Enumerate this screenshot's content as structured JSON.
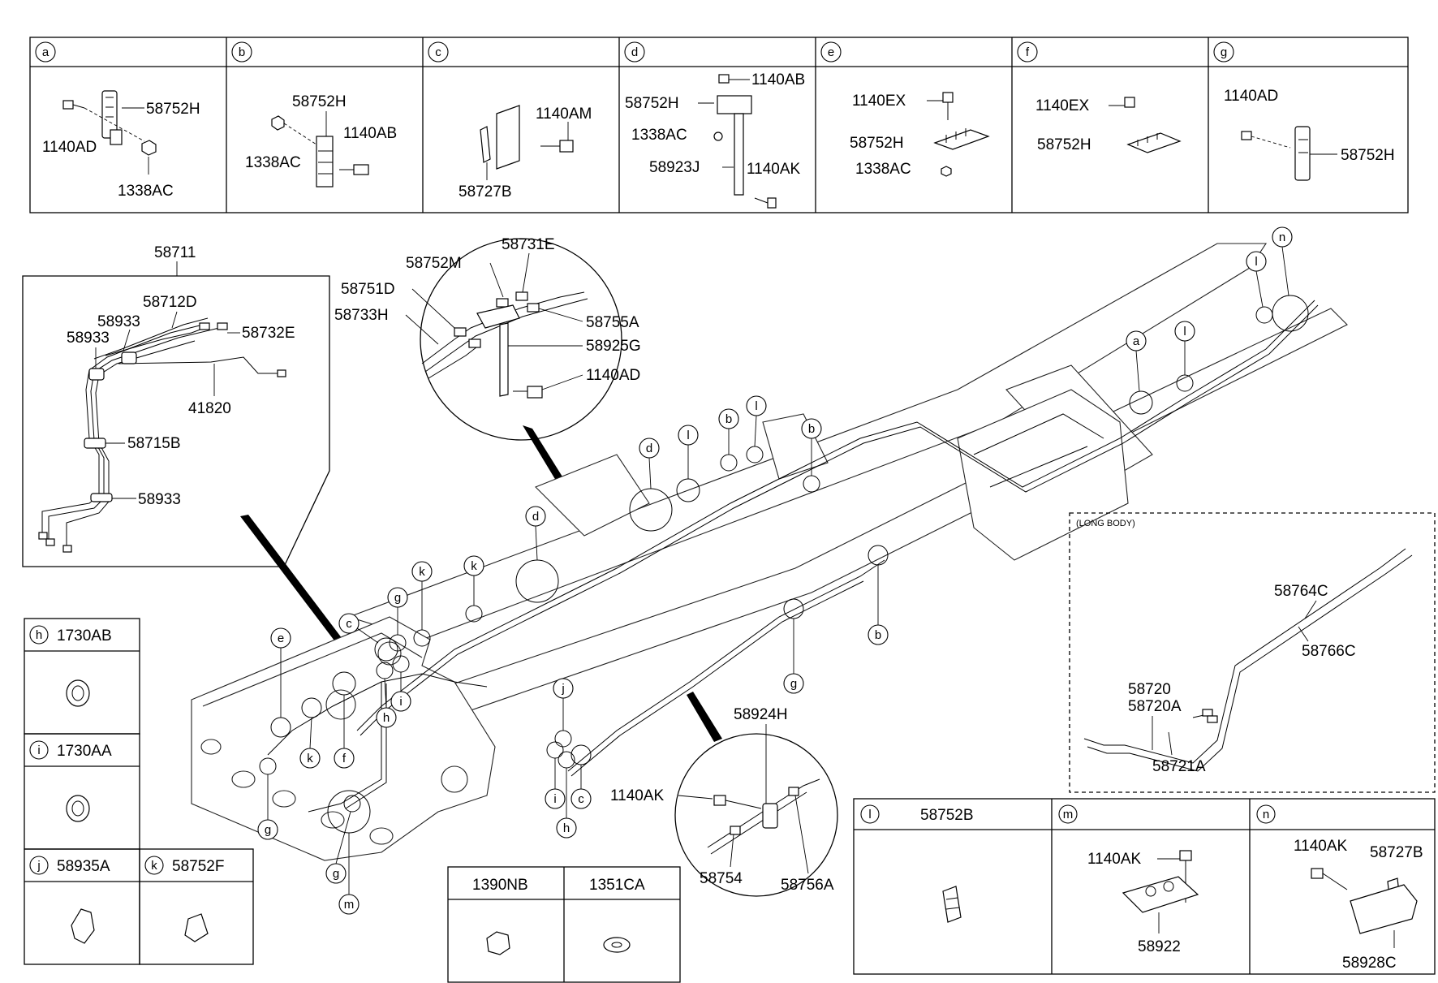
{
  "detail_boxes_top": [
    {
      "letter": "a",
      "labels": [
        "58752H",
        "1140AD",
        "1338AC"
      ]
    },
    {
      "letter": "b",
      "labels": [
        "58752H",
        "1140AB",
        "1338AC"
      ]
    },
    {
      "letter": "c",
      "labels": [
        "1140AM",
        "58727B"
      ]
    },
    {
      "letter": "d",
      "labels": [
        "1140AB",
        "58752H",
        "1338AC",
        "58923J",
        "1140AK"
      ]
    },
    {
      "letter": "e",
      "labels": [
        "1140EX",
        "58752H",
        "1338AC"
      ]
    },
    {
      "letter": "f",
      "labels": [
        "1140EX",
        "58752H"
      ]
    },
    {
      "letter": "g",
      "labels": [
        "1140AD",
        "58752H"
      ]
    }
  ],
  "assembly_box": {
    "title": "58711",
    "labels": [
      "58712D",
      "58933",
      "58933",
      "58732E",
      "41820",
      "58715B",
      "58933"
    ]
  },
  "zoom_top": {
    "labels": [
      "58731E",
      "58752M",
      "58751D",
      "58733H",
      "58755A",
      "58925G",
      "1140AD"
    ]
  },
  "zoom_bottom": {
    "labels": [
      "58924H",
      "1140AK",
      "58754",
      "58756A"
    ]
  },
  "long_body": {
    "title": "(LONG BODY)",
    "labels": [
      "58764C",
      "58766C",
      "58720",
      "58720A",
      "58721A"
    ]
  },
  "legend_left": [
    {
      "letter": "h",
      "label": "1730AB"
    },
    {
      "letter": "i",
      "label": "1730AA"
    },
    {
      "letter": "j",
      "label": "58935A"
    },
    {
      "letter": "k",
      "label": "58752F"
    }
  ],
  "legend_mid": [
    {
      "label": "1390NB"
    },
    {
      "label": "1351CA"
    }
  ],
  "legend_bottom_right": [
    {
      "letter": "l",
      "label": "58752B",
      "parts": []
    },
    {
      "letter": "m",
      "label": "",
      "parts": [
        "1140AK",
        "58922"
      ]
    },
    {
      "letter": "n",
      "label": "",
      "parts": [
        "1140AK",
        "58727B",
        "58928C"
      ]
    }
  ],
  "frame_callouts": [
    "a",
    "l",
    "n",
    "l",
    "b",
    "l",
    "b",
    "d",
    "l",
    "d",
    "k",
    "k",
    "g",
    "c",
    "e",
    "h",
    "i",
    "f",
    "k",
    "g",
    "g",
    "m",
    "j",
    "i",
    "h",
    "c",
    "g",
    "b"
  ]
}
